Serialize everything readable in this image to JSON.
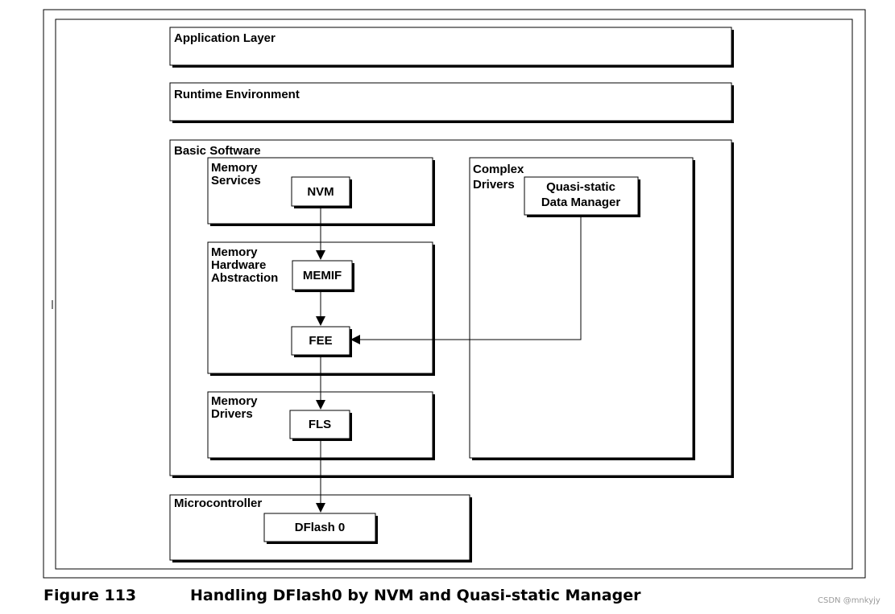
{
  "diagram": {
    "layers": {
      "application": "Application Layer",
      "runtime": "Runtime Environment",
      "basic_software": "Basic Software",
      "microcontroller": "Microcontroller"
    },
    "groups": {
      "memory_services": [
        "Memory",
        "Services"
      ],
      "memory_hw_abstraction": [
        "Memory",
        "Hardware",
        "Abstraction"
      ],
      "memory_drivers": [
        "Memory",
        "Drivers"
      ],
      "complex_drivers": [
        "Complex",
        "Drivers"
      ]
    },
    "modules": {
      "nvm": "NVM",
      "memif": "MEMIF",
      "fee": "FEE",
      "fls": "FLS",
      "dflash": "DFlash 0",
      "quasi_static": [
        "Quasi-static",
        "Data Manager"
      ]
    }
  },
  "caption": {
    "number": "Figure 113",
    "title": "Handling DFlash0 by NVM and Quasi-static Manager"
  },
  "watermark": "CSDN @mnkyjy"
}
